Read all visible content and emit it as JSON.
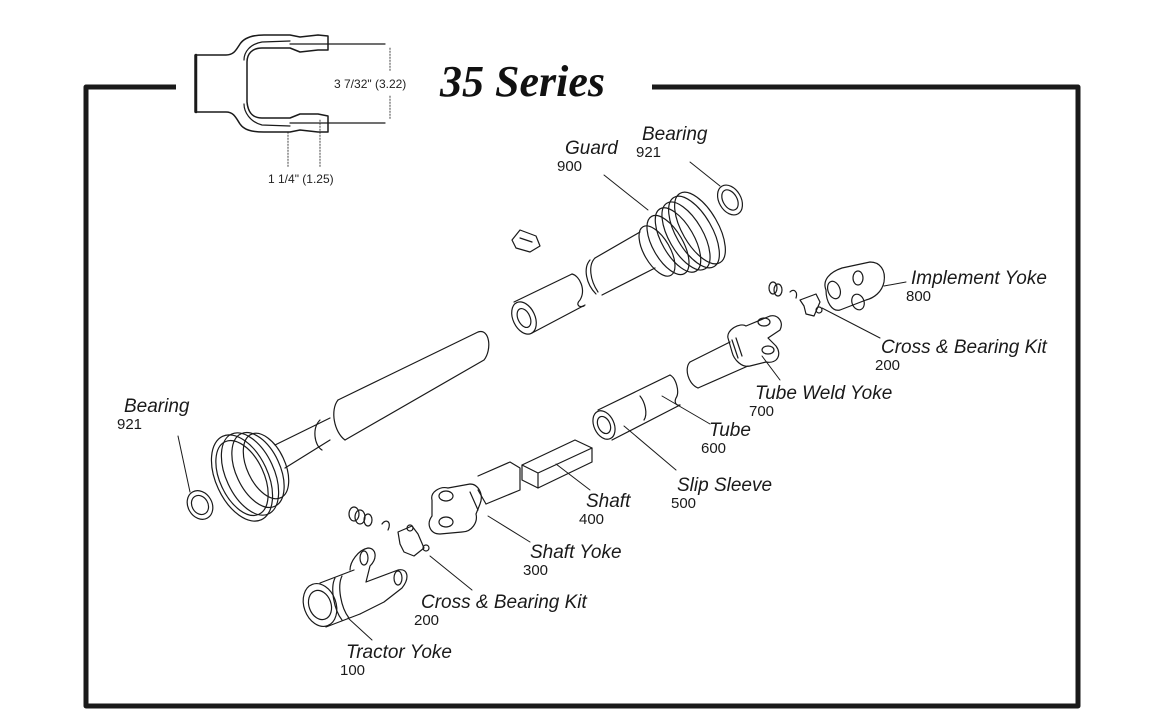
{
  "title": "35 Series",
  "dimensions": {
    "width": "3 7/32\"  (3.22)",
    "height": "1 1/4\"  (1.25)"
  },
  "parts": [
    {
      "name": "Guard",
      "number": "900"
    },
    {
      "name": "Bearing",
      "number": "921"
    },
    {
      "name": "Implement Yoke",
      "number": "800"
    },
    {
      "name": "Cross & Bearing Kit",
      "number": "200"
    },
    {
      "name": "Tube Weld Yoke",
      "number": "700"
    },
    {
      "name": "Bearing",
      "number": "921"
    },
    {
      "name": "Tube",
      "number": "600"
    },
    {
      "name": "Slip Sleeve",
      "number": "500"
    },
    {
      "name": "Shaft",
      "number": "400"
    },
    {
      "name": "Shaft Yoke",
      "number": "300"
    },
    {
      "name": "Cross & Bearing Kit",
      "number": "200"
    },
    {
      "name": "Tractor Yoke",
      "number": "100"
    }
  ]
}
